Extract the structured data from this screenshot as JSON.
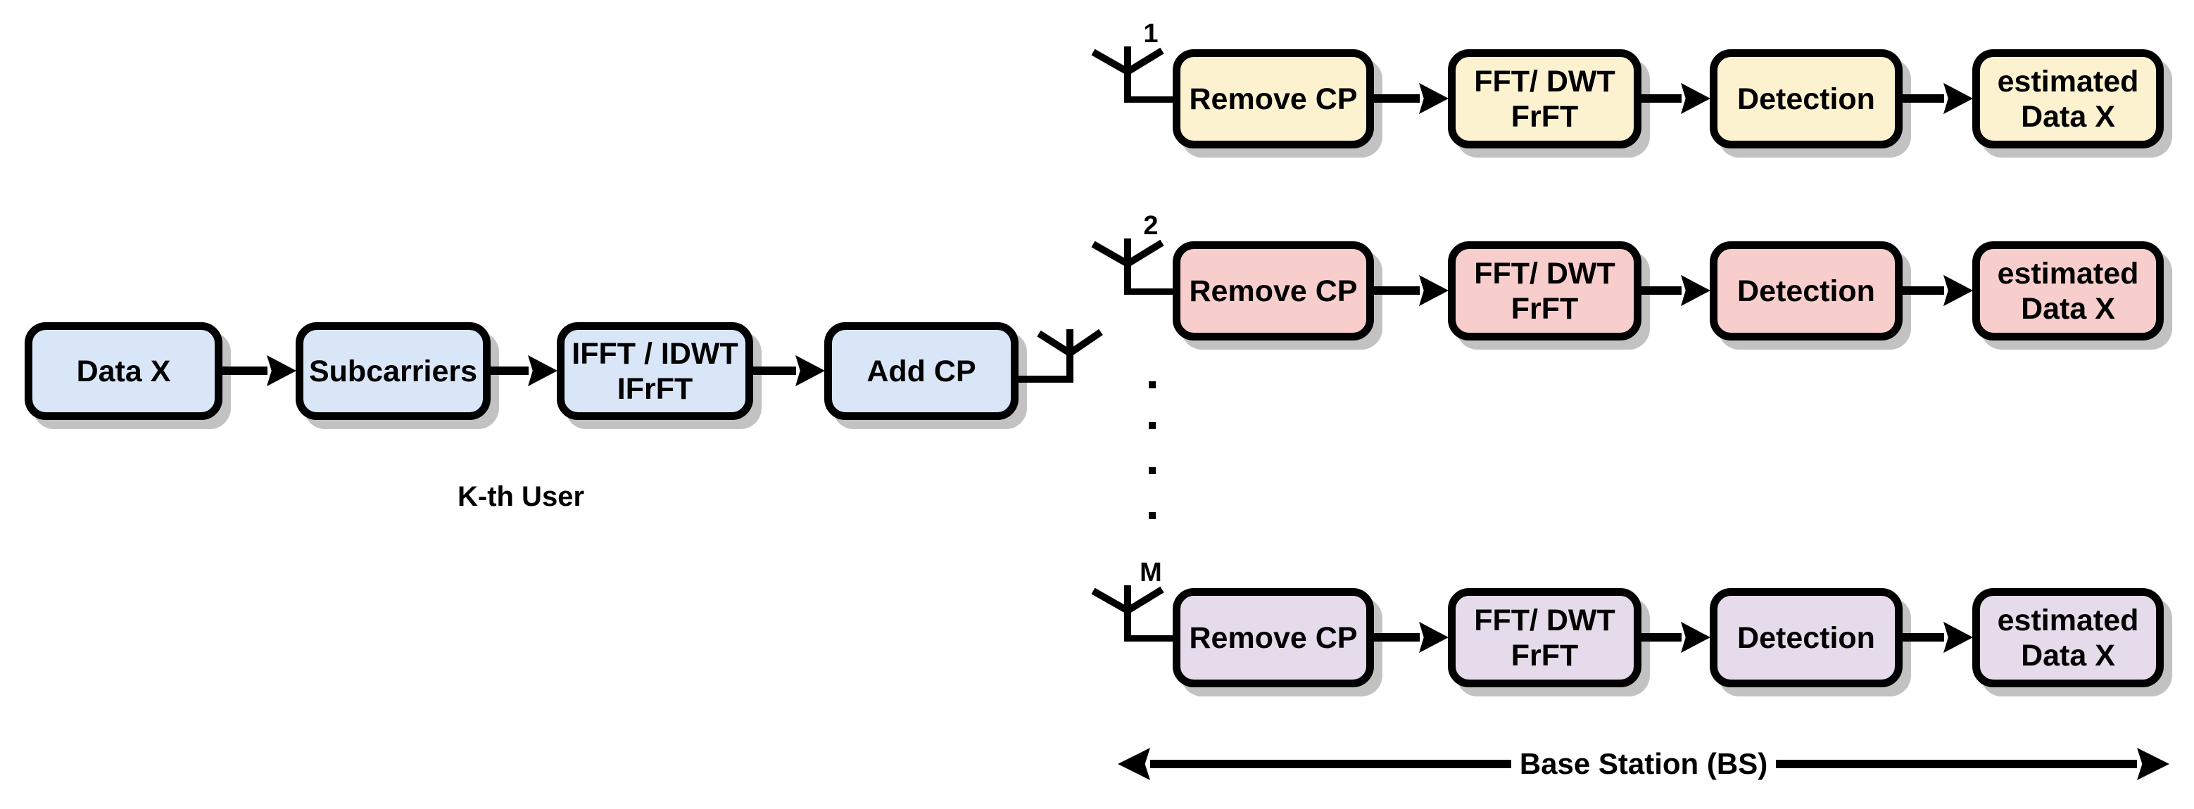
{
  "colors": {
    "box_border": "#000000",
    "arrow": "#000000",
    "shadow": "#c2c2c2",
    "transmitter_fill": "#d9e6f8",
    "receiver_row1_fill": "#fdf2cf",
    "receiver_row2_fill": "#f7cecc",
    "receiver_rowM_fill": "#e5dbea"
  },
  "icons": {
    "antenna": "antenna-icon",
    "ellipsis": "vertical-ellipsis-dots"
  },
  "transmitter": {
    "caption": "K-th User",
    "boxes": [
      [
        "Data X"
      ],
      [
        "Subcarriers"
      ],
      [
        "IFFT / IDWT",
        "IFrFT"
      ],
      [
        "Add CP"
      ]
    ]
  },
  "receiver": {
    "rows": [
      {
        "antenna_label": "1",
        "boxes": [
          [
            "Remove CP"
          ],
          [
            "FFT/ DWT",
            "FrFT"
          ],
          [
            "Detection"
          ],
          [
            "estimated",
            "Data X"
          ]
        ]
      },
      {
        "antenna_label": "2",
        "boxes": [
          [
            "Remove CP"
          ],
          [
            "FFT/ DWT",
            "FrFT"
          ],
          [
            "Detection"
          ],
          [
            "estimated",
            "Data X"
          ]
        ]
      },
      {
        "antenna_label": "M",
        "boxes": [
          [
            "Remove CP"
          ],
          [
            "FFT/ DWT",
            "FrFT"
          ],
          [
            "Detection"
          ],
          [
            "estimated",
            "Data X"
          ]
        ]
      }
    ],
    "bottom_label": "Base Station (BS)"
  }
}
